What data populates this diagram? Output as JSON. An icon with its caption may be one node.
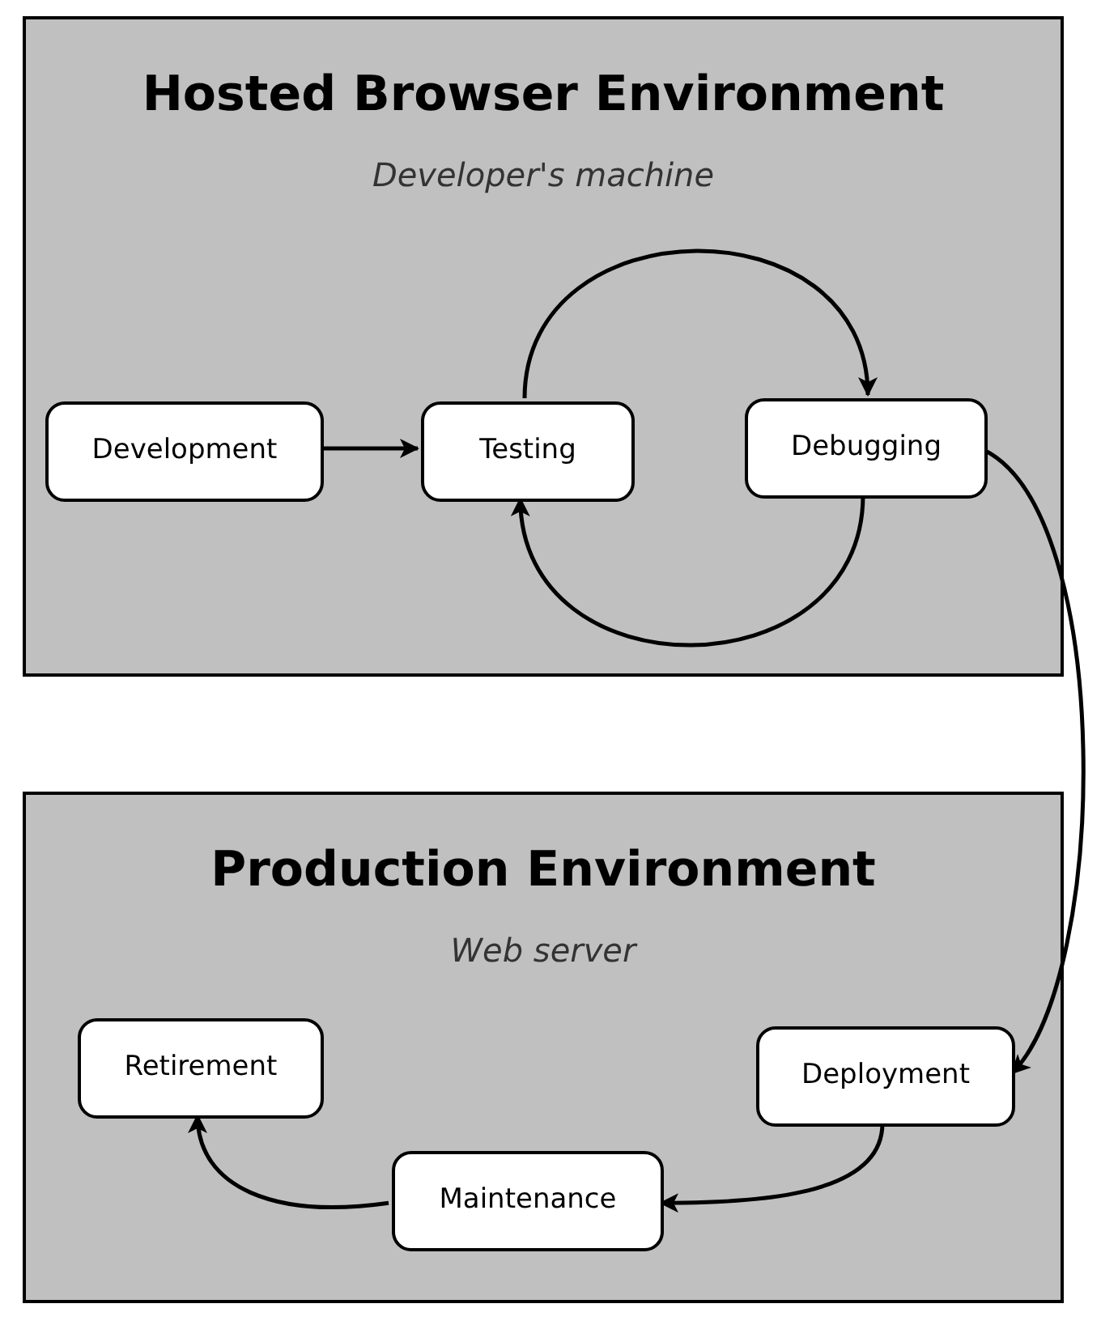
{
  "diagram": {
    "nodes": [
      {
        "text": [
          "Hosted Browser Environment",
          "Developer's machine"
        ]
      },
      {
        "text": [
          "Development"
        ],
        "in": 0
      },
      {
        "text": [
          "Testing"
        ],
        "in": 0
      },
      {
        "text": [
          "Debugging"
        ],
        "in": 0
      },
      {
        "text": [
          "Production Environment",
          "Web server"
        ]
      },
      {
        "text": [
          "Retirement"
        ],
        "in": 4
      },
      {
        "text": [
          "Deployment"
        ],
        "in": 4
      },
      {
        "text": [
          "Maintenance"
        ],
        "in": 4
      }
    ],
    "edges": [
      {
        "from": 1,
        "to": 2,
        "arrow": "to"
      },
      {
        "from": 2,
        "to": 3,
        "arrow": "to"
      },
      {
        "from": 3,
        "to": 2,
        "arrow": "to"
      },
      {
        "from": 3,
        "to": 6,
        "arrow": "to"
      },
      {
        "from": 6,
        "to": 7,
        "arrow": "to"
      },
      {
        "from": 7,
        "to": 5,
        "arrow": "to"
      }
    ]
  }
}
